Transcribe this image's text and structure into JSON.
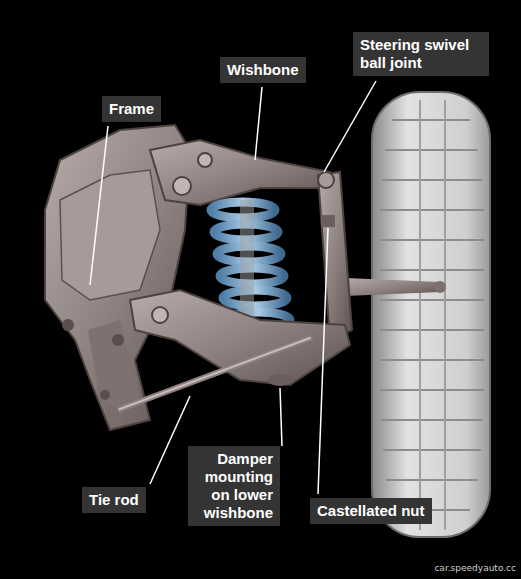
{
  "diagram": {
    "nodes": [
      {
        "text": [
          "Steering swivel ball joint"
        ]
      },
      {
        "text": [
          "Wishbone"
        ]
      },
      {
        "text": [
          "Frame"
        ]
      },
      {
        "text": [
          "Damper mounting on lower wishbone"
        ]
      },
      {
        "text": [
          "Tie rod"
        ]
      },
      {
        "text": [
          "Castellated nut"
        ]
      }
    ],
    "labels": [
      "car.speedyauto.cc"
    ]
  }
}
